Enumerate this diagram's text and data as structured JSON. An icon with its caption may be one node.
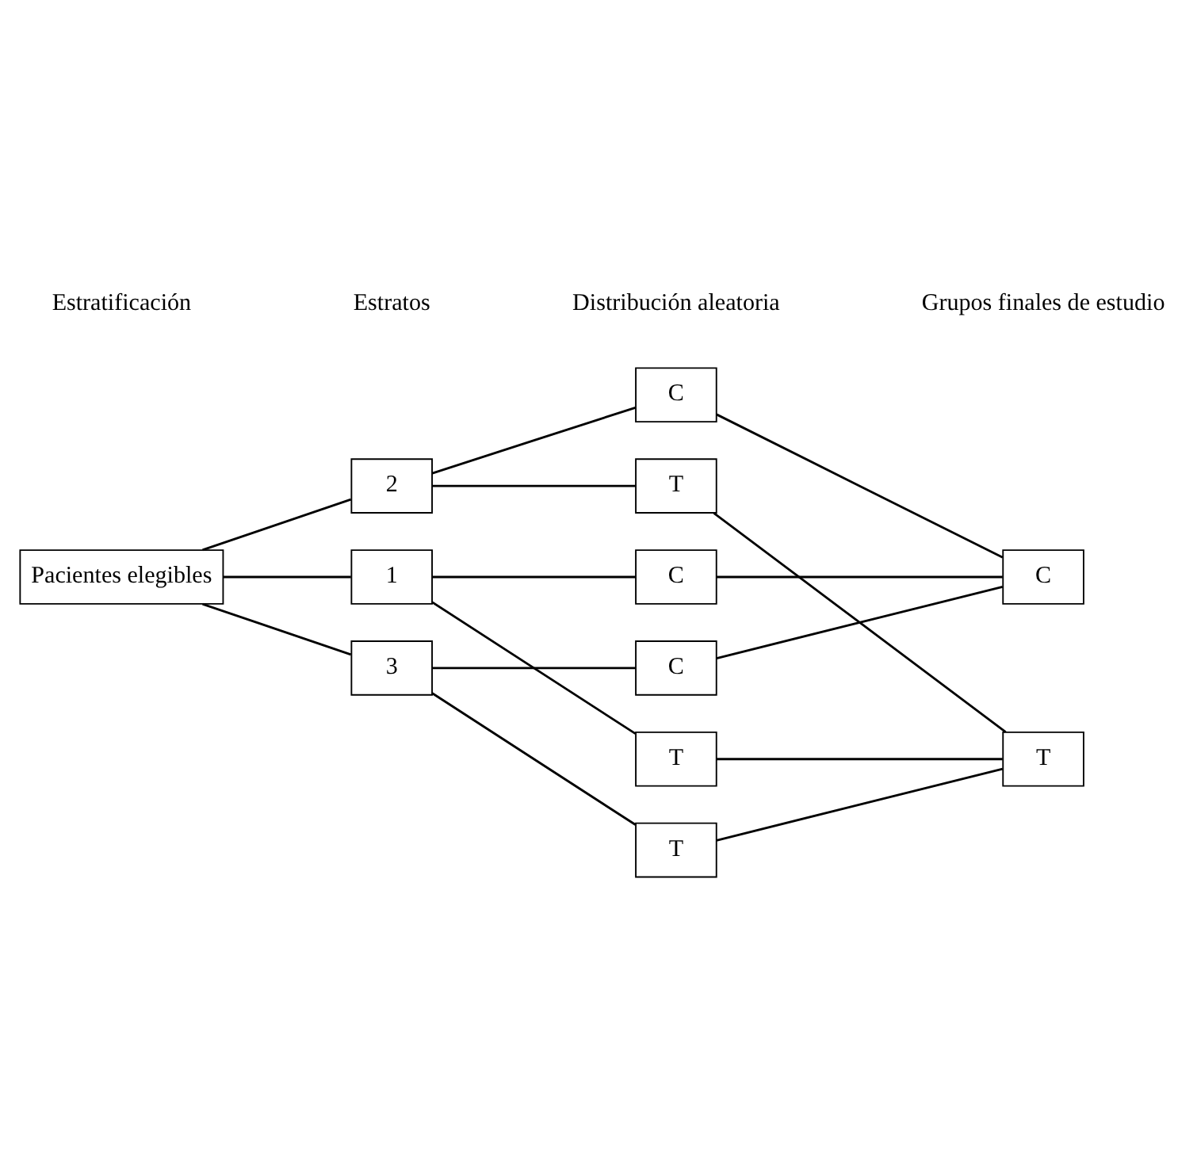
{
  "diagram": {
    "nodes": [
      {
        "text": [
          "Pacientes elegibles"
        ]
      },
      {
        "text": [
          "1"
        ]
      },
      {
        "text": [
          "2"
        ]
      },
      {
        "text": [
          "3"
        ]
      },
      {
        "text": [
          "T"
        ]
      },
      {
        "text": [
          "C"
        ]
      },
      {
        "text": [
          "T"
        ]
      },
      {
        "text": [
          "C"
        ]
      },
      {
        "text": [
          "T"
        ]
      },
      {
        "text": [
          "C"
        ]
      },
      {
        "text": [
          "T"
        ]
      },
      {
        "text": [
          "C"
        ]
      }
    ],
    "edges": [
      {
        "from": 0,
        "to": 1,
        "arrow": "none"
      },
      {
        "from": 0,
        "to": 2,
        "arrow": "none"
      },
      {
        "from": 0,
        "to": 3,
        "arrow": "none"
      },
      {
        "from": 1,
        "to": 4,
        "arrow": "none"
      },
      {
        "from": 1,
        "to": 5,
        "arrow": "none"
      },
      {
        "from": 2,
        "to": 6,
        "arrow": "none"
      },
      {
        "from": 2,
        "to": 7,
        "arrow": "none"
      },
      {
        "from": 3,
        "to": 8,
        "arrow": "none"
      },
      {
        "from": 3,
        "to": 9,
        "arrow": "none"
      },
      {
        "from": 4,
        "to": 10,
        "arrow": "none"
      },
      {
        "from": 5,
        "to": 11,
        "arrow": "none"
      },
      {
        "from": 6,
        "to": 10,
        "arrow": "none"
      },
      {
        "from": 7,
        "to": 11,
        "arrow": "none"
      },
      {
        "from": 8,
        "to": 10,
        "arrow": "none"
      },
      {
        "from": 9,
        "to": 11,
        "arrow": "none"
      }
    ],
    "labels": [
      "Estratificación",
      "Distribución aleatoria",
      "Estratos",
      "Grupos finales de estudio"
    ]
  }
}
